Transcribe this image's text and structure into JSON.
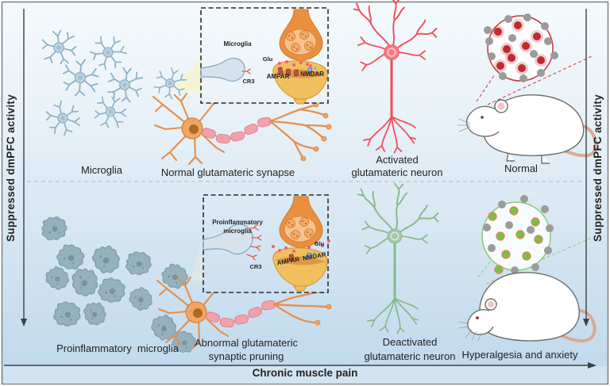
{
  "axes": {
    "left_label": "Suppressed dmPFC activity",
    "right_label": "Suppressed dmPFC activity",
    "bottom_label": "Chronic muscle pain"
  },
  "top_row": {
    "microglia_label": "Microglia",
    "synapse_label": "Normal glutamateric synapse",
    "neuron_label_line1": "Activated",
    "neuron_label_line2": "glutamateric neuron",
    "mouse_label": "Normal",
    "inset": {
      "microglia": "Microglia",
      "cr3": "CR3",
      "glu": "Glu",
      "ampar": "AMPAR",
      "nmdar": "NMDAR"
    }
  },
  "bottom_row": {
    "microglia_label": "Proinflammatory  microglia",
    "synapse_label_line1": "Abnormal glutamateric",
    "synapse_label_line2": "synaptic pruning",
    "neuron_label_line1": "Deactivated",
    "neuron_label_line2": "glutamateric neuron",
    "mouse_label": "Hyperalgesia and anxiety",
    "inset": {
      "microglia_line1": "Proinflammatory",
      "microglia_line2": "microglia",
      "cr3": "CR3",
      "glu": "Glu",
      "ampar": "AMPAR",
      "nmdar": "NMDAR"
    }
  },
  "colors": {
    "bg_top": "#f5fafc",
    "bg_bottom": "#bdd8ec",
    "border": "#76838c",
    "band": "#d2e4f1",
    "axis": "#3a4246",
    "text": "#232323",
    "divider": "#a8b6bf",
    "microglia_fill": "#bdd3e1",
    "microglia_stroke": "#8fb2c6",
    "microglia_core": "#a2c0d2",
    "amoeboid_fill": "#96b1be",
    "amoeboid_stroke": "#7e99a7",
    "amoeboid_core": "#78929f",
    "neuron_orange": "#e48f4c",
    "neuron_orange_fill": "#efa566",
    "neuron_orange_stroke": "#d5813b",
    "nucleus": "#b06a1f",
    "myelin_fill": "#f2a0ac",
    "myelin_stroke": "#e2838f",
    "red_neuron": "#ee4f5c",
    "green_neuron": "#85b98a",
    "dot_red": "#c02a2e",
    "dot_gray": "#9b9b9b",
    "dot_green": "#79c143",
    "dot_green_rim": "#e08563",
    "circle_red": "#c8333c",
    "circle_green": "#8ccb74",
    "funnel_fill": "#d6e3ec",
    "funnel_stroke": "#7fa6bf",
    "presyn": "#e98f3e",
    "presyn_light": "#f6c28d",
    "presyn_stroke": "#d07a2a",
    "postsyn": "#f2bf5e",
    "postsyn_band": "#d8913f",
    "postsyn_stroke": "#d3942f",
    "ampar": "#b5524a",
    "nmdar": "#8fa8cc",
    "glu": "#ee5f7e",
    "cr3": "#e05a50",
    "beam_yellow": "#f6f3cf",
    "beam_blue": "#dfe9e4",
    "mouse_fill": "#ffffff",
    "mouse_outline": "#6f6f6f",
    "tail": "#dca893",
    "ear": "#f0c6c0",
    "vesicle": "#f4a967"
  }
}
